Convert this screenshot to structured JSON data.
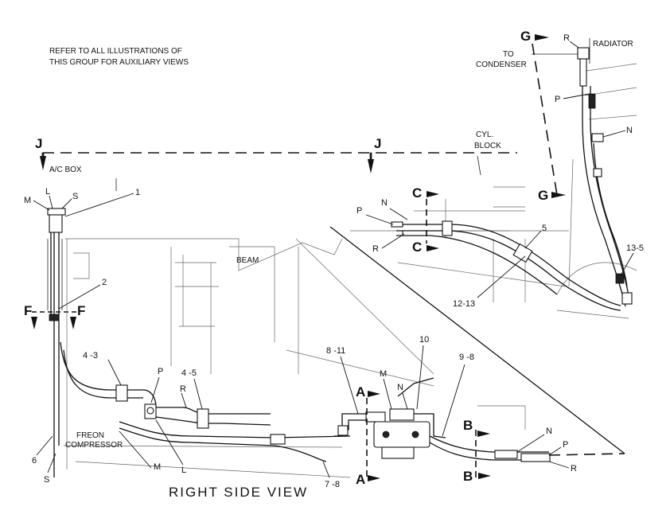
{
  "note": {
    "line1": "REFER TO ALL ILLUSTRATIONS OF",
    "line2": "THIS GROUP FOR AUXILIARY VIEWS"
  },
  "caption": "RIGHT SIDE VIEW",
  "labels": {
    "ac_box": "A/C BOX",
    "beam": "BEAM",
    "freon1": "FREON",
    "freon2": "COMPRESSOR",
    "to1": "TO",
    "to2": "CONDENSER",
    "radiator": "RADIATOR",
    "cyl1": "CYL.",
    "cyl2": "BLOCK"
  },
  "view_letters": {
    "j": "J",
    "f": "F",
    "a": "A",
    "b": "B",
    "c": "C",
    "g": "G"
  },
  "callouts": {
    "n1": "1",
    "n2": "2",
    "n4_3": "4 -3",
    "n4_5": "4 -5",
    "n5": "5",
    "n6": "6",
    "n7_8": "7 -8",
    "n8_11": "8 -11",
    "n9_8": "9 -8",
    "n10": "10",
    "n12_13": "12-13",
    "n13_5": "13-5",
    "m": "M",
    "l": "L",
    "s": "S",
    "p": "P",
    "r": "R",
    "n": "N"
  }
}
